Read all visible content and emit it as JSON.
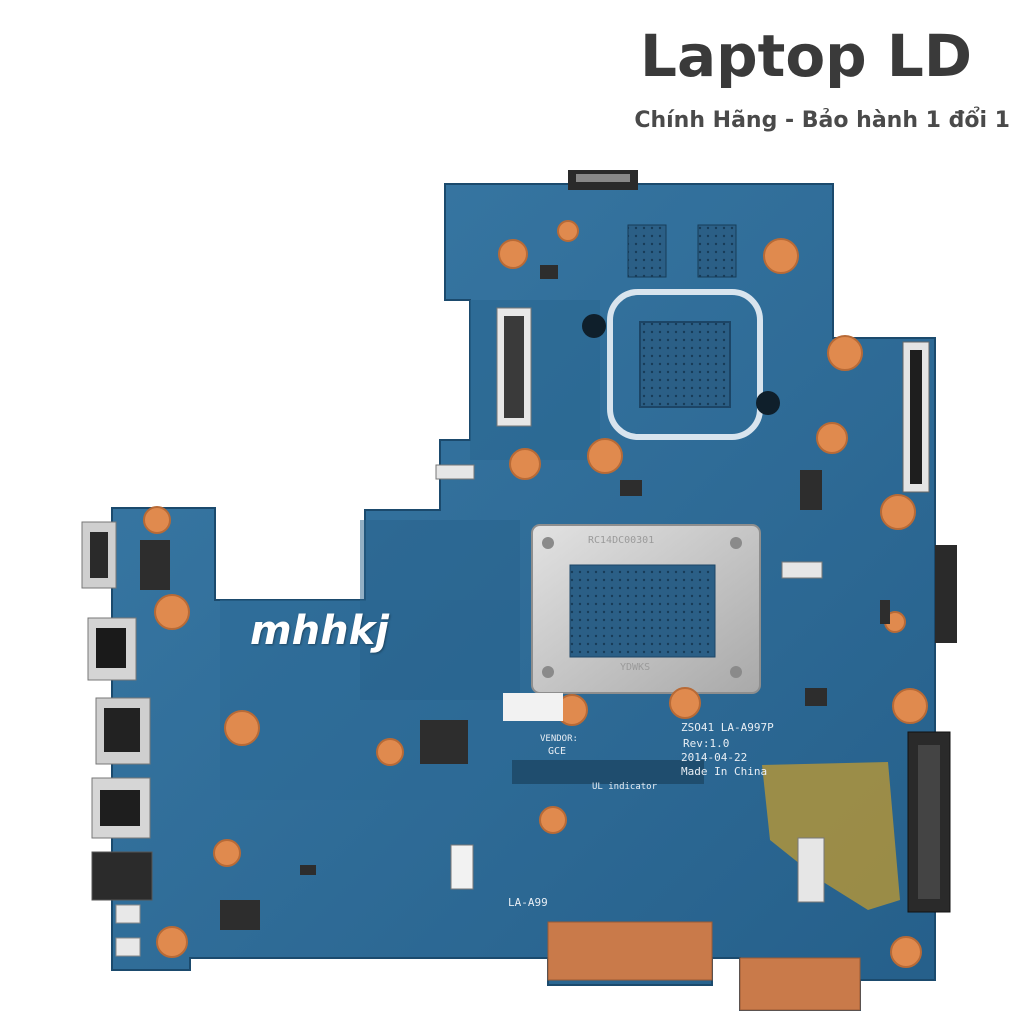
{
  "header": {
    "title": "Laptop LD",
    "subtitle": "Chính Hãng - Bảo hành 1 đổi 1"
  },
  "watermark": {
    "text": "mhhkj"
  },
  "silkscreen": {
    "model_line": "ZSO41 LA-A997P",
    "rev": "Rev:1.0",
    "date": "2014-04-22",
    "origin": "Made In China",
    "vendor_label": "VENDOR:",
    "vendor_value": "GCE",
    "ul_label": "UL indicator",
    "board_code": "LA-A99",
    "chip_top": "RC14DC00301",
    "chip_bottom": "YDWKS"
  },
  "colors": {
    "pcb": "#2f6e9a",
    "pcb_dark": "#1f5a84",
    "pad": "#e08a4e",
    "shield": "#c9c9c9"
  }
}
